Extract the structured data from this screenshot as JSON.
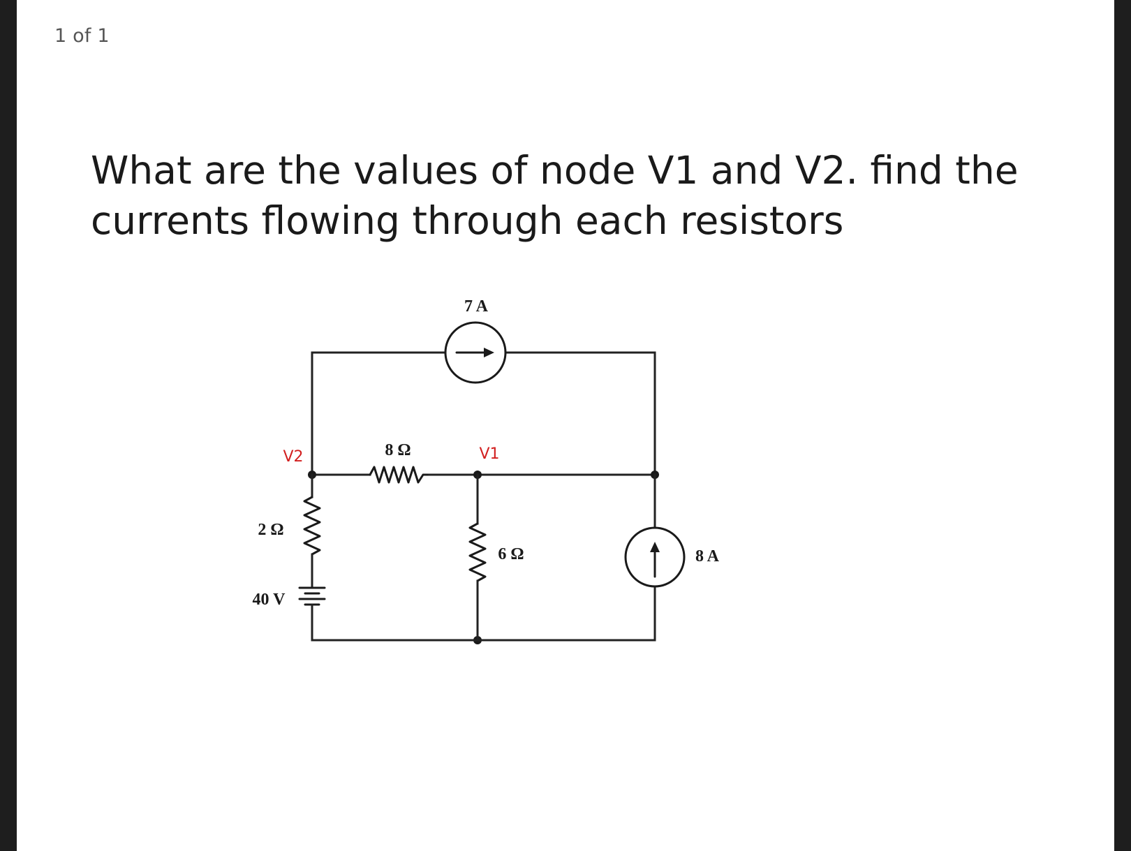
{
  "viewer": {
    "page_counter": "1 of 1"
  },
  "question": {
    "text": "What are the values of node V1 and V2. find the currents flowing through each resistors"
  },
  "circuit": {
    "nodes": {
      "v2_label": "V2",
      "v1_label": "V1"
    },
    "components": {
      "current_source_top": "7 A",
      "resistor_top": "8 Ω",
      "resistor_left": "2 Ω",
      "voltage_source": "40 V",
      "resistor_middle": "6 Ω",
      "current_source_right": "8 A"
    },
    "colors": {
      "node_label": "#d21f1f",
      "component": "#1a1a1a"
    }
  }
}
